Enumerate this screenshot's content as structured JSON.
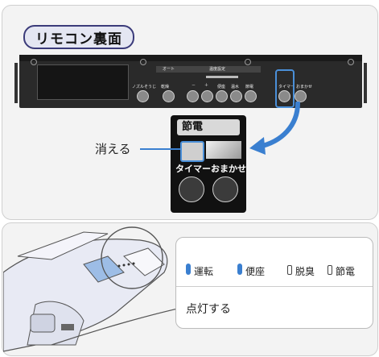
{
  "top_panel": {
    "title": "リモコン裏面",
    "remote": {
      "label_auto": "オート",
      "label_temp": "温度設定",
      "label_nozzle": "ノズルそうじ",
      "label_dry": "乾燥",
      "label_minus": "－",
      "label_plus": "＋",
      "label_seat": "便座",
      "label_water": "温水",
      "label_power": "節電",
      "label_timer": "タイマー",
      "label_auto2": "おまかせ"
    },
    "zoom": {
      "header": "節電",
      "timer_label": "タイマー",
      "auto_label": "おまかせ"
    },
    "callout_label": "消える"
  },
  "bottom_panel": {
    "indicators": [
      {
        "label": "運転",
        "lit": true
      },
      {
        "label": "便座",
        "lit": true
      },
      {
        "label": "脱臭",
        "lit": false
      },
      {
        "label": "節電",
        "lit": false
      }
    ],
    "caption": "点灯する"
  },
  "colors": {
    "accent": "#4a8fd8",
    "pill_border": "#3b3b7a"
  }
}
